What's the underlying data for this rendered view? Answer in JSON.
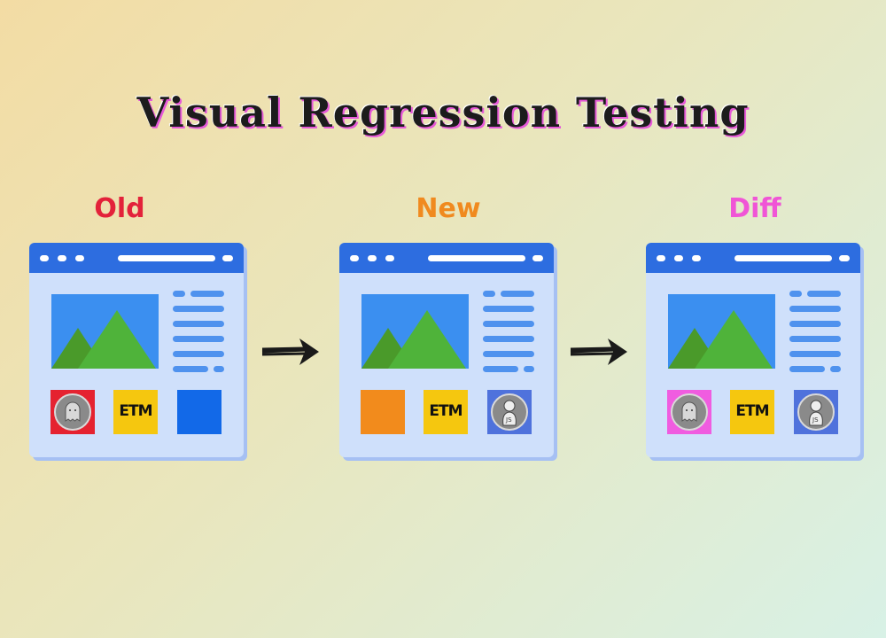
{
  "title": "Visual Regression Testing",
  "panels": [
    {
      "label": "Old",
      "tiles": [
        "ghost-avatar-on-red",
        "etm-logo",
        "blue-square"
      ]
    },
    {
      "label": "New",
      "tiles": [
        "orange-square",
        "etm-logo",
        "js-avatar-on-blue"
      ]
    },
    {
      "label": "Diff",
      "tiles": [
        "ghost-avatar-on-pink",
        "etm-logo",
        "js-avatar-on-blue"
      ]
    }
  ],
  "logo_text": "ETM",
  "js_text": "JS",
  "colors": {
    "old_label": "#e3223a",
    "new_label": "#f08a1f",
    "diff_label": "#f055d6",
    "window_bar": "#2d6de0",
    "window_body": "#cfe0fb"
  }
}
